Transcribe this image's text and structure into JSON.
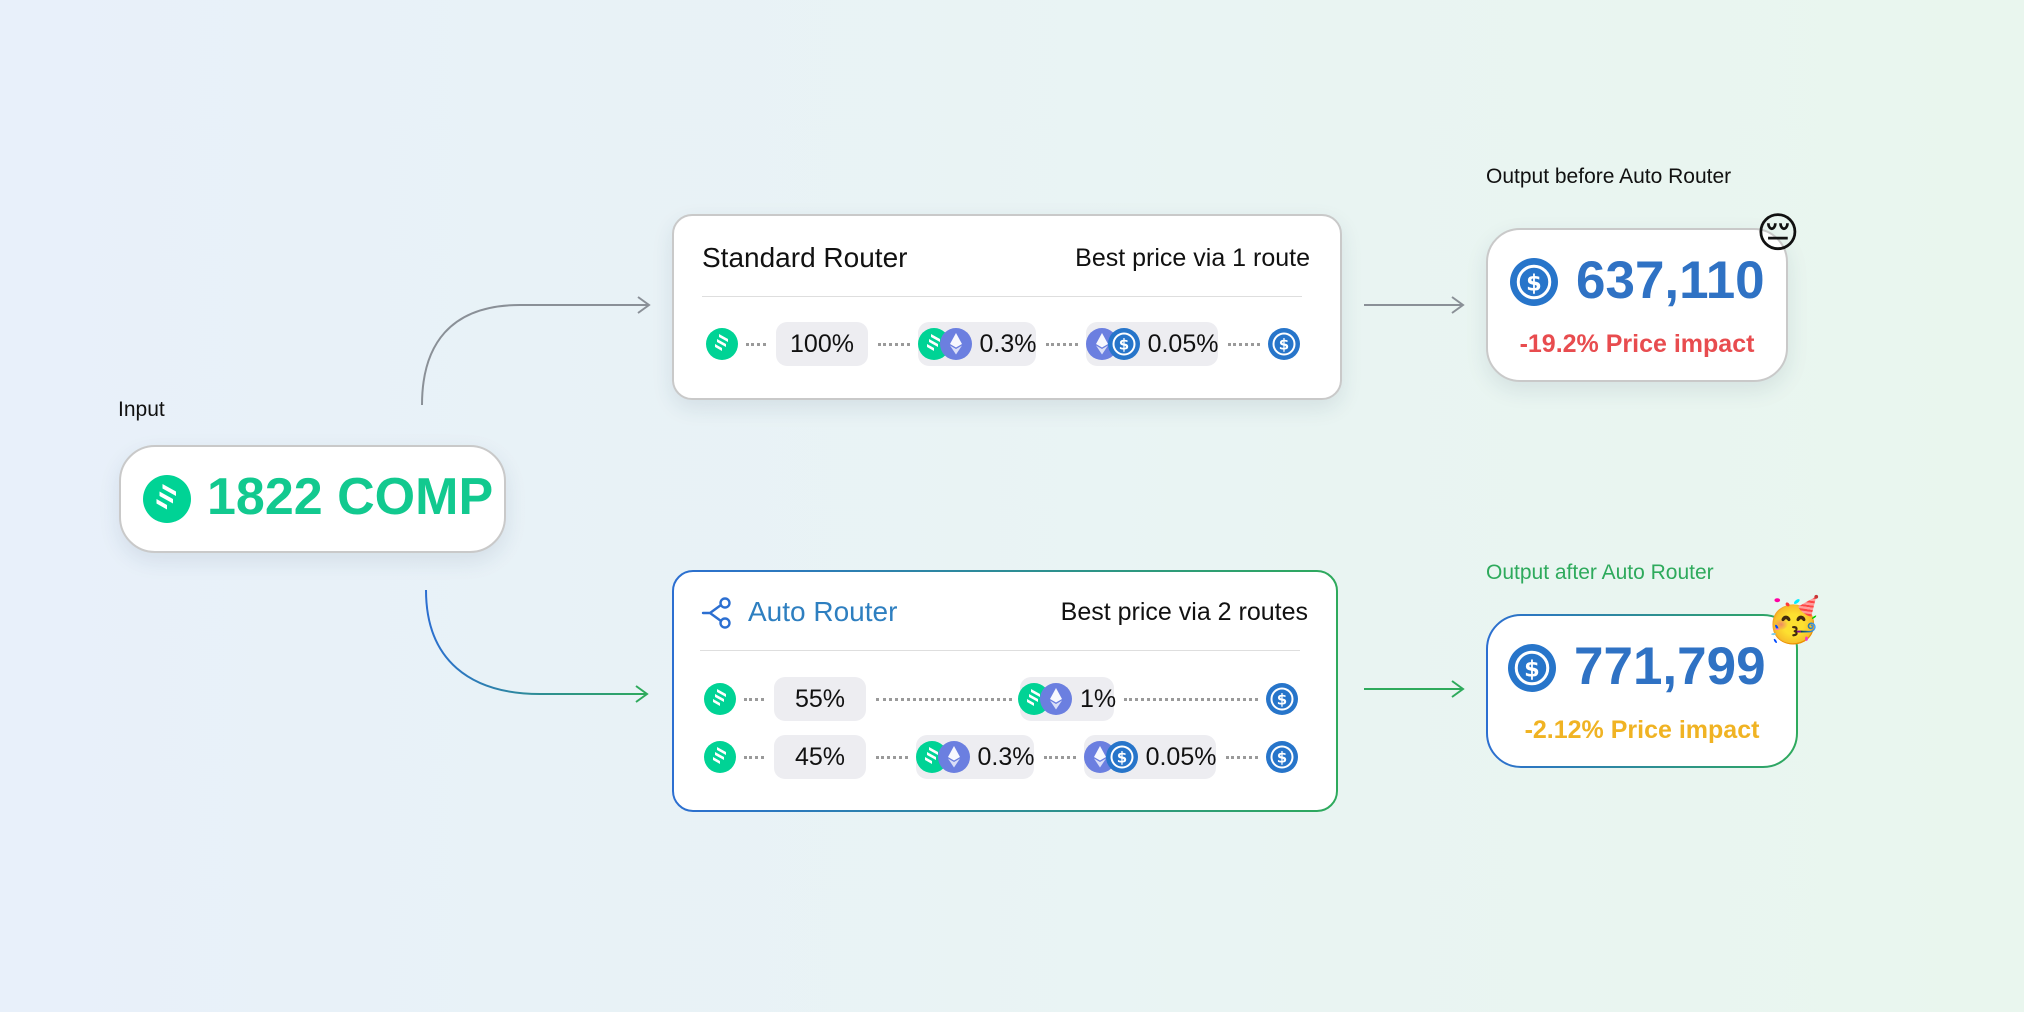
{
  "input": {
    "label": "Input",
    "amount": "1822 COMP",
    "token_icon": "compound-icon"
  },
  "standard": {
    "title": "Standard Router",
    "subtitle": "Best price via 1 route",
    "route": [
      {
        "label": "100%",
        "kind": "split"
      },
      {
        "label": "0.3%",
        "kind": "pool",
        "icons": [
          "compound-icon",
          "ethereum-icon"
        ]
      },
      {
        "label": "0.05%",
        "kind": "pool",
        "icons": [
          "ethereum-icon",
          "usdc-icon"
        ]
      }
    ]
  },
  "auto": {
    "title": "Auto Router",
    "subtitle": "Best price via 2 routes",
    "routes": [
      [
        {
          "label": "55%",
          "kind": "split"
        },
        {
          "label": "1%",
          "kind": "pool",
          "icons": [
            "compound-icon",
            "ethereum-icon"
          ]
        }
      ],
      [
        {
          "label": "45%",
          "kind": "split"
        },
        {
          "label": "0.3%",
          "kind": "pool",
          "icons": [
            "compound-icon",
            "ethereum-icon"
          ]
        },
        {
          "label": "0.05%",
          "kind": "pool",
          "icons": [
            "ethereum-icon",
            "usdc-icon"
          ]
        }
      ]
    ]
  },
  "output_before": {
    "label": "Output before Auto Router",
    "value": "637,110",
    "impact": "-19.2% Price impact",
    "emoji": "😔"
  },
  "output_after": {
    "label": "Output after Auto Router",
    "value": "771,799",
    "impact": "-2.12% Price impact",
    "emoji": "🥳"
  },
  "colors": {
    "compound": "#00d395",
    "usdc": "#2775ca",
    "ethereum": "#6b7fe0",
    "impact_bad": "#e84c4f",
    "impact_ok": "#f0b323",
    "auto_green": "#2eaa5c",
    "auto_blue": "#2c6fd1"
  }
}
